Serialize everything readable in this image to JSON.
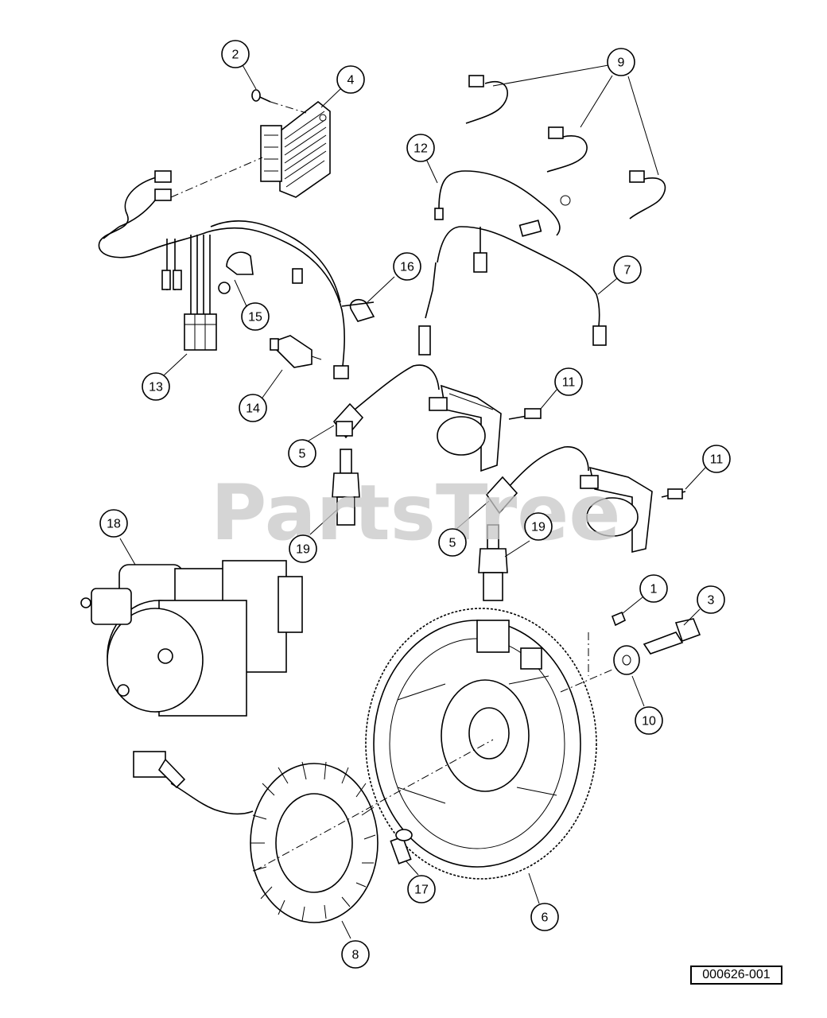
{
  "diagram": {
    "watermark": "PartsTree",
    "reference_code": "000626-001",
    "callouts": [
      {
        "id": "c2",
        "label": "2"
      },
      {
        "id": "c4",
        "label": "4"
      },
      {
        "id": "c9",
        "label": "9"
      },
      {
        "id": "c12",
        "label": "12"
      },
      {
        "id": "c16",
        "label": "16"
      },
      {
        "id": "c7",
        "label": "7"
      },
      {
        "id": "c15",
        "label": "15"
      },
      {
        "id": "c13",
        "label": "13"
      },
      {
        "id": "c14",
        "label": "14"
      },
      {
        "id": "c11a",
        "label": "11"
      },
      {
        "id": "c5a",
        "label": "5"
      },
      {
        "id": "c11b",
        "label": "11"
      },
      {
        "id": "c18",
        "label": "18"
      },
      {
        "id": "c19a",
        "label": "19"
      },
      {
        "id": "c5b",
        "label": "5"
      },
      {
        "id": "c19b",
        "label": "19"
      },
      {
        "id": "c1",
        "label": "1"
      },
      {
        "id": "c3",
        "label": "3"
      },
      {
        "id": "c10",
        "label": "10"
      },
      {
        "id": "c17",
        "label": "17"
      },
      {
        "id": "c6",
        "label": "6"
      },
      {
        "id": "c8",
        "label": "8"
      }
    ]
  }
}
